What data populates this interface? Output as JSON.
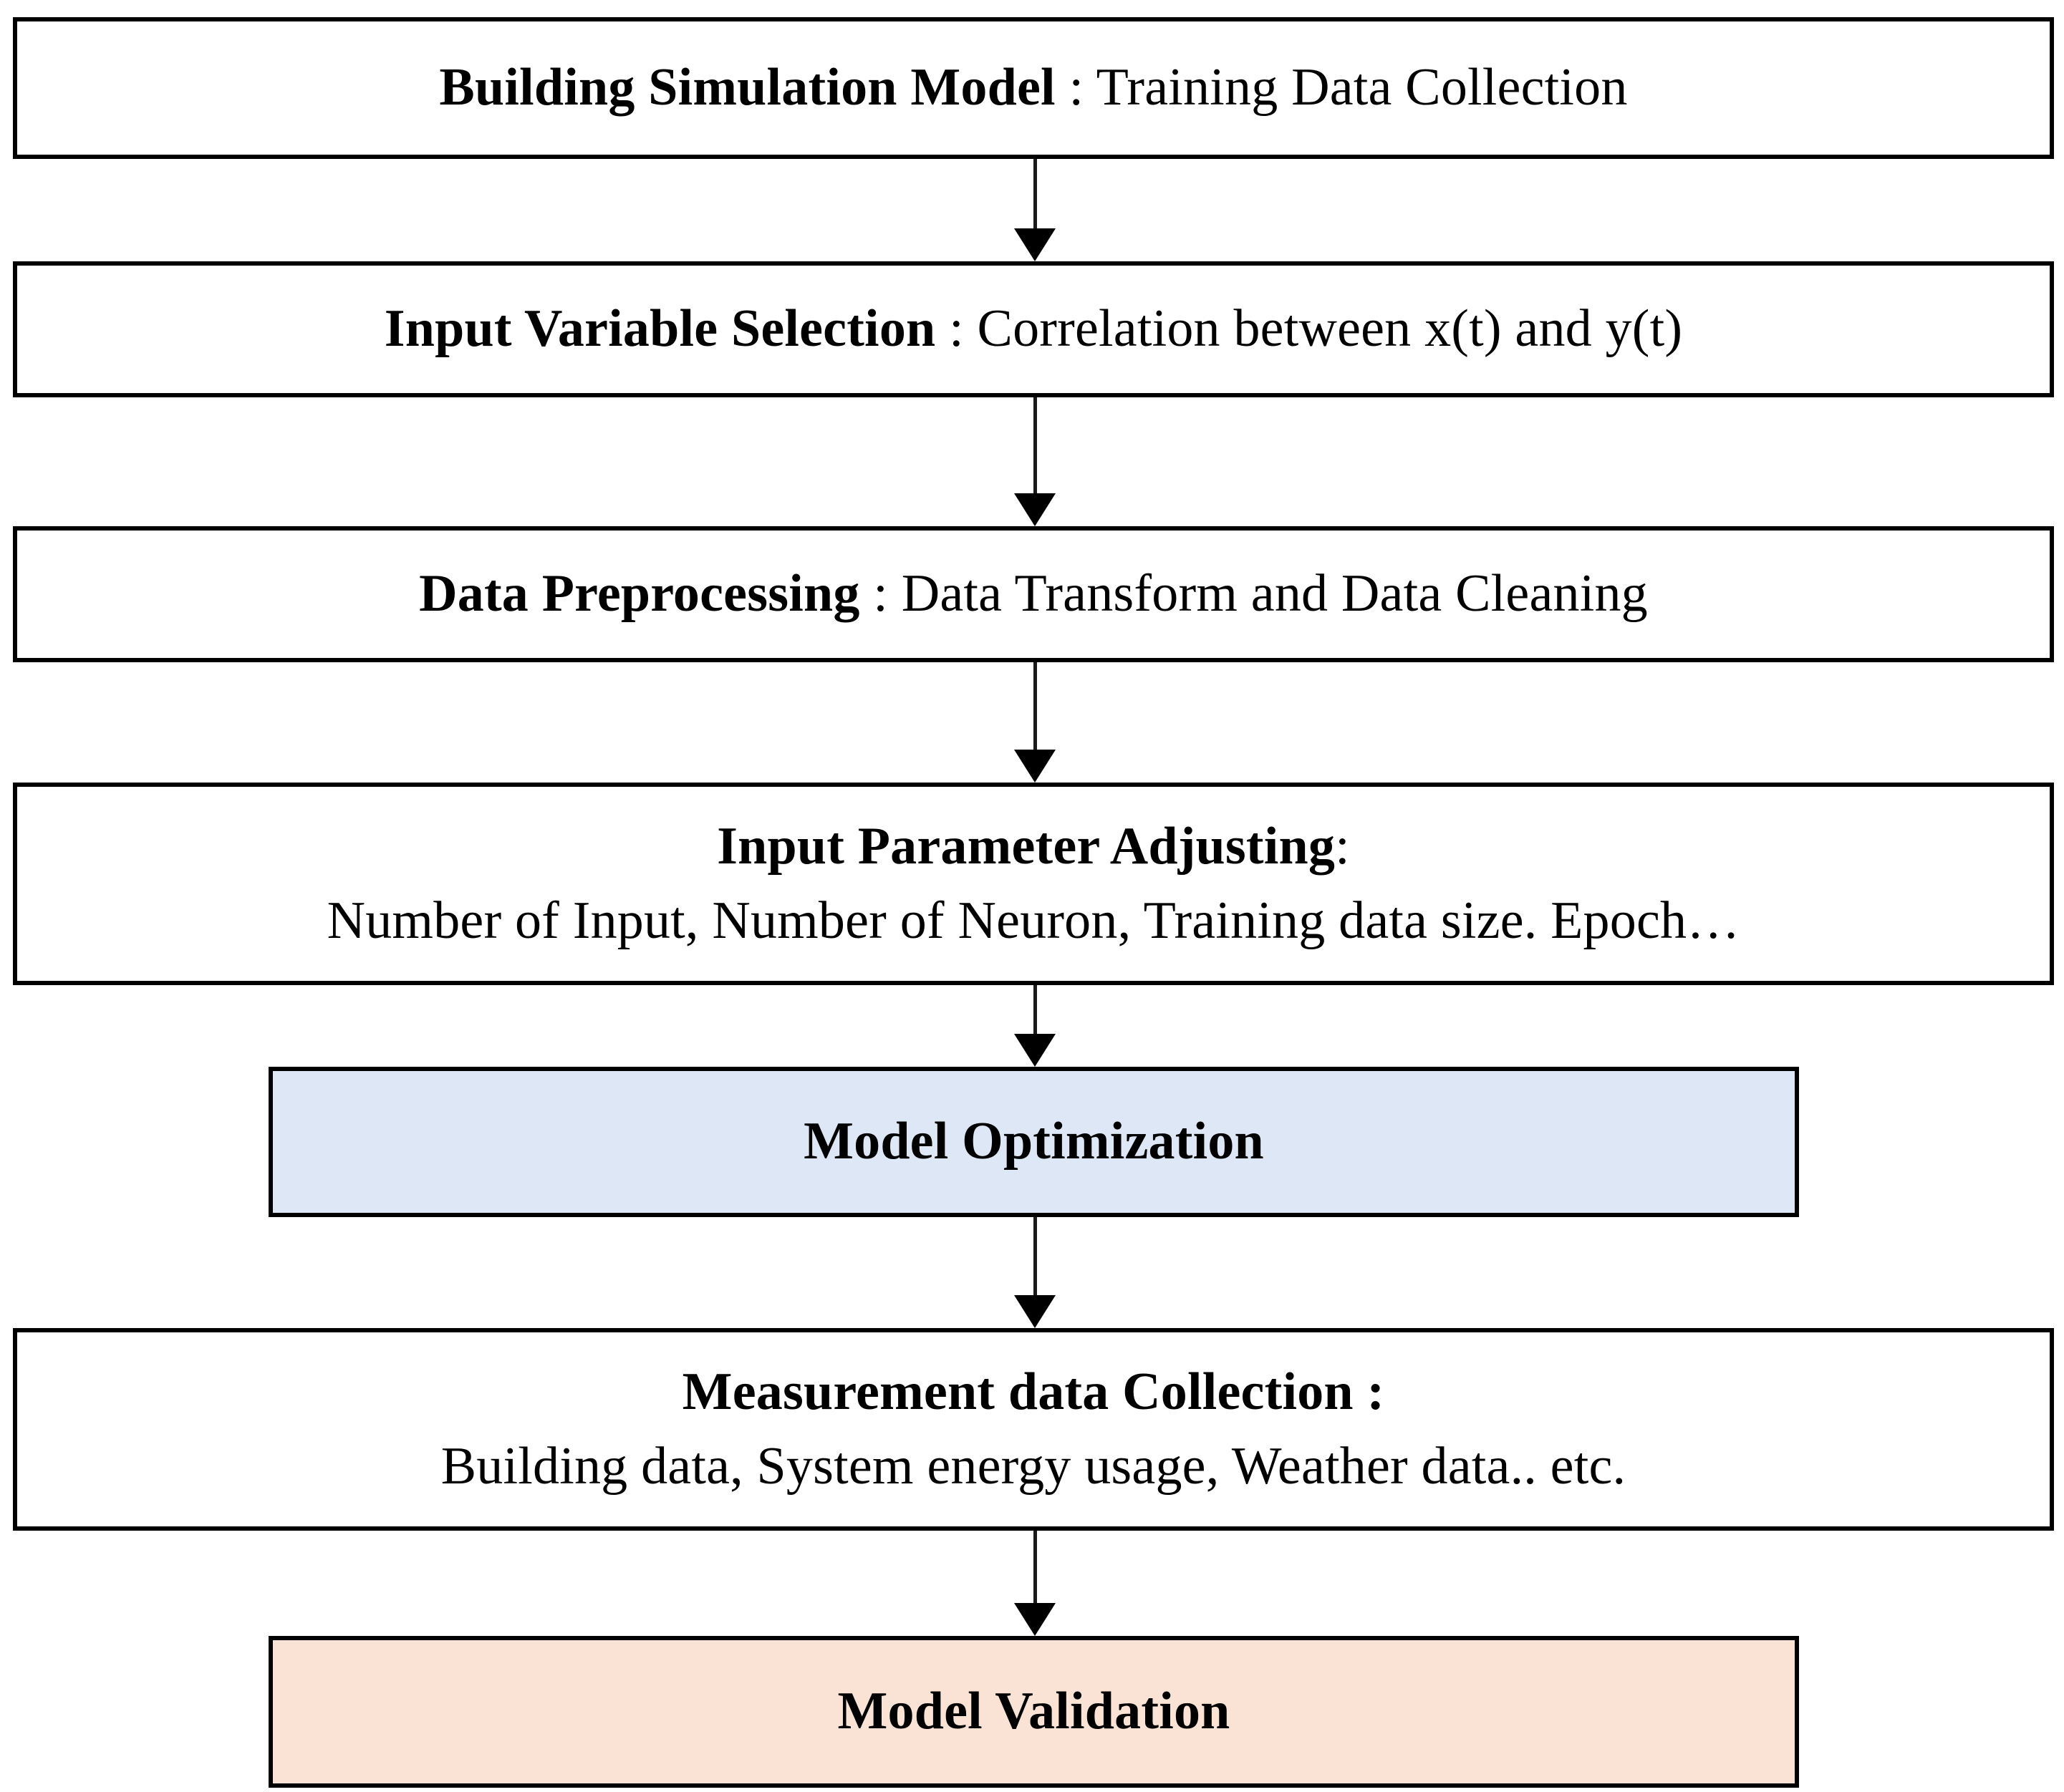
{
  "diagram": {
    "title": "Model development workflow flowchart",
    "orientation": "top-to-bottom",
    "colors": {
      "border": "#000000",
      "default_fill": "#ffffff",
      "optimization_fill": "#dee7f5",
      "validation_fill": "#fae3d5",
      "text": "#000000"
    },
    "nodes": [
      {
        "id": "building-simulation-model",
        "line1_bold": "Building Simulation Model",
        "line1_rest": " : Training Data Collection",
        "line2": "",
        "fill": "#ffffff",
        "width": "full"
      },
      {
        "id": "input-variable-selection",
        "line1_bold": "Input Variable Selection",
        "line1_rest": " : Correlation between x(t) and y(t)",
        "line2": "",
        "fill": "#ffffff",
        "width": "full"
      },
      {
        "id": "data-preprocessing",
        "line1_bold": "Data Preprocessing",
        "line1_rest": " : Data Transform and Data Cleaning",
        "line2": "",
        "fill": "#ffffff",
        "width": "full"
      },
      {
        "id": "input-parameter-adjusting",
        "line1_bold": "Input Parameter Adjusting",
        "line1_rest": ":",
        "line2": "Number of Input, Number of Neuron, Training data size. Epoch…",
        "fill": "#ffffff",
        "width": "full"
      },
      {
        "id": "model-optimization",
        "line1_bold": "Model Optimization",
        "line1_rest": "",
        "line2": "",
        "fill": "#dee7f5",
        "width": "narrow"
      },
      {
        "id": "measurement-data-collection",
        "line1_bold": "Measurement data Collection :",
        "line1_rest": "",
        "line2": "Building data, System energy usage, Weather data.. etc.",
        "fill": "#ffffff",
        "width": "full"
      },
      {
        "id": "model-validation",
        "line1_bold": "Model Validation",
        "line1_rest": "",
        "line2": "",
        "fill": "#fae3d5",
        "width": "narrow"
      }
    ],
    "connectors": [
      {
        "id": "arrow-1",
        "from": "building-simulation-model",
        "to": "input-variable-selection"
      },
      {
        "id": "arrow-2",
        "from": "input-variable-selection",
        "to": "data-preprocessing"
      },
      {
        "id": "arrow-3",
        "from": "data-preprocessing",
        "to": "input-parameter-adjusting"
      },
      {
        "id": "arrow-4",
        "from": "input-parameter-adjusting",
        "to": "model-optimization"
      },
      {
        "id": "arrow-5",
        "from": "model-optimization",
        "to": "measurement-data-collection"
      },
      {
        "id": "arrow-6",
        "from": "measurement-data-collection",
        "to": "model-validation"
      }
    ]
  }
}
